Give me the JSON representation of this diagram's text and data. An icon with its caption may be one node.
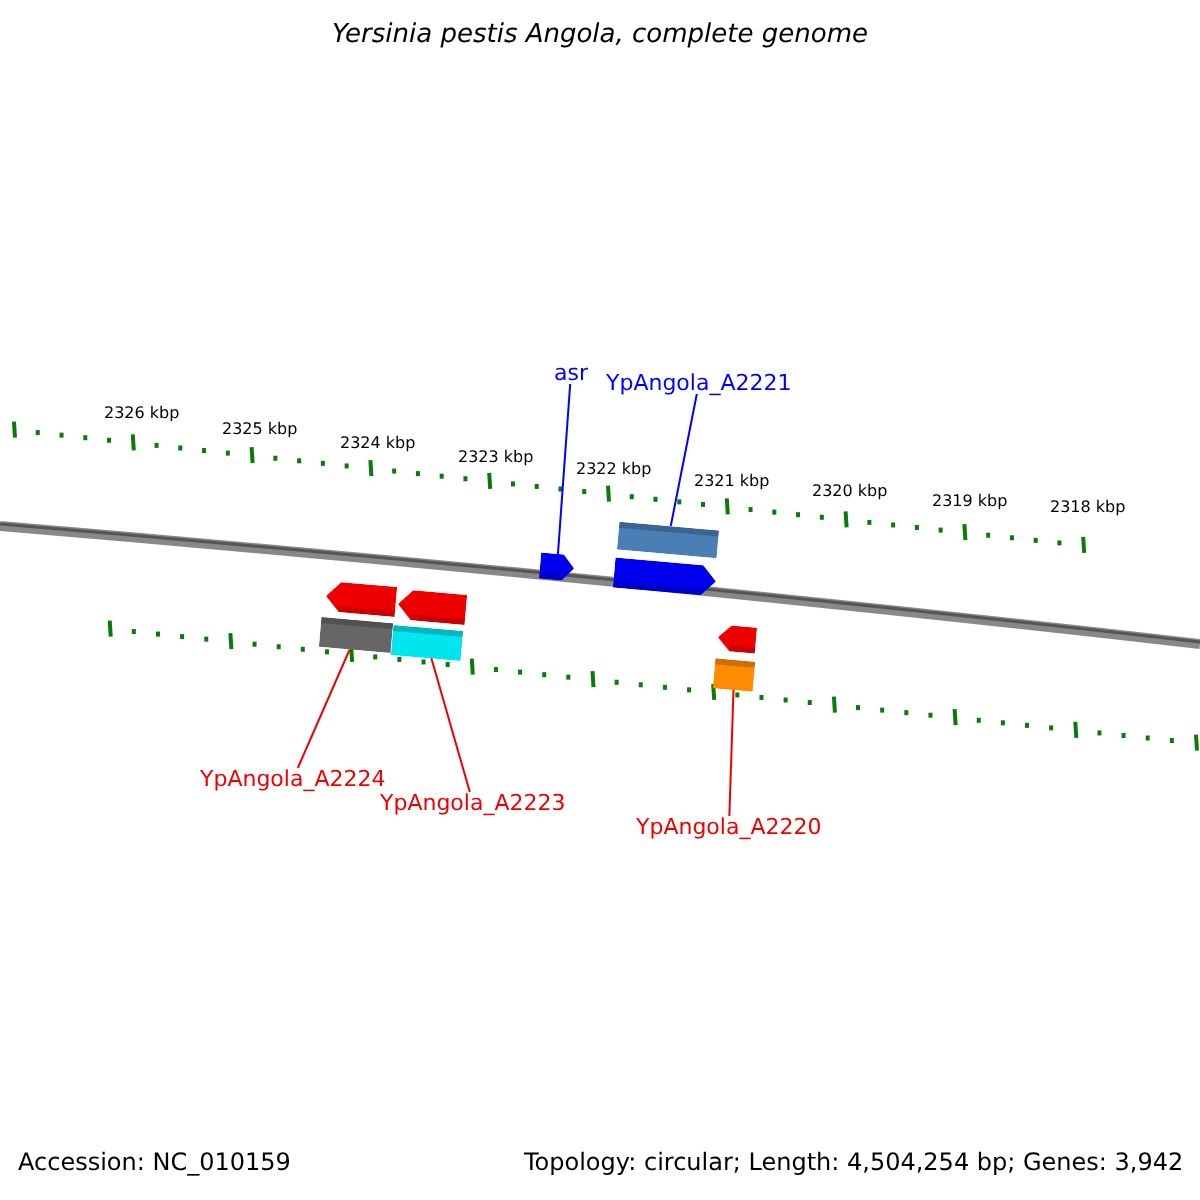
{
  "diagram": {
    "title": "Yersinia pestis Angola, complete genome",
    "nodes": [
      {
        "text": [
          "asr"
        ]
      },
      {
        "text": [
          "YpAngola_A2221"
        ]
      },
      {
        "text": [],
        "shape": "box"
      },
      {
        "text": [],
        "shape": "arrow"
      },
      {
        "text": [],
        "shape": "arrow"
      },
      {
        "text": [],
        "shape": "arrow"
      },
      {
        "text": [],
        "shape": "arrow"
      },
      {
        "text": [],
        "shape": "arrow"
      },
      {
        "text": [],
        "shape": "box"
      },
      {
        "text": [],
        "shape": "box"
      },
      {
        "text": [],
        "shape": "box"
      },
      {
        "text": [
          "YpAngola_A2224"
        ]
      },
      {
        "text": [
          "YpAngola_A2223"
        ]
      },
      {
        "text": [
          "YpAngola_A2220"
        ]
      }
    ],
    "edges": [
      {
        "from": 0,
        "to": 3,
        "arrow": "none",
        "color": "#0000ff"
      },
      {
        "from": 1,
        "to": 2,
        "arrow": "none",
        "color": "#0000ff"
      },
      {
        "from": 11,
        "to": 8,
        "arrow": "none"
      },
      {
        "from": 12,
        "to": 9,
        "arrow": "none"
      },
      {
        "from": 13,
        "to": 10,
        "arrow": "none"
      }
    ],
    "labels": [
      "2326 kbp",
      "2325 kbp",
      "2324 kbp",
      "2323 kbp",
      "2322 kbp",
      "2321 kbp",
      "2320 kbp",
      "2319 kbp",
      "2318 kbp",
      "Accession: NC_010159",
      "Topology: circular; Length: 4,504,254 bp; Genes: 3,942"
    ]
  }
}
